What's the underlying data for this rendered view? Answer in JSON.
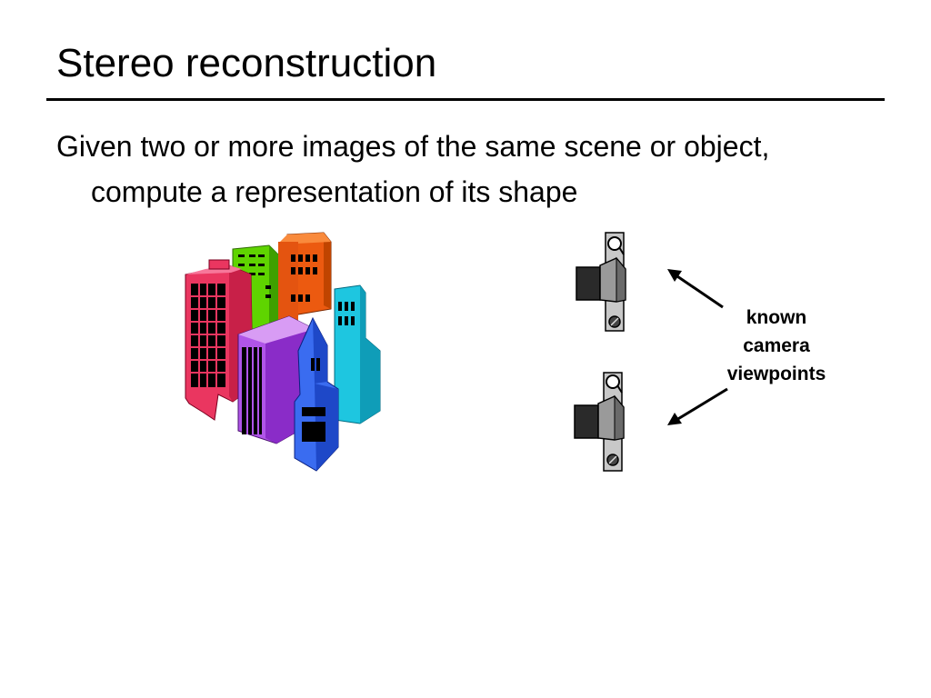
{
  "slide": {
    "title": "Stereo reconstruction",
    "body": {
      "line1": "Given two or more images of the same scene or object,",
      "line2": "compute a representation of its shape"
    },
    "annotation": {
      "line1": "known",
      "line2": "camera",
      "line3": "viewpoints"
    }
  },
  "icons": {
    "scene": "city-buildings-icon",
    "camera": "camera-icon",
    "arrow": "arrow-icon"
  },
  "colors": {
    "text": "#000000",
    "background": "#ffffff",
    "building_red": "#e8365a",
    "building_green": "#66e000",
    "building_orange": "#f05a10",
    "building_purple": "#b055e8",
    "building_blue": "#3a6cf0",
    "building_cyan": "#1cc7e0"
  }
}
